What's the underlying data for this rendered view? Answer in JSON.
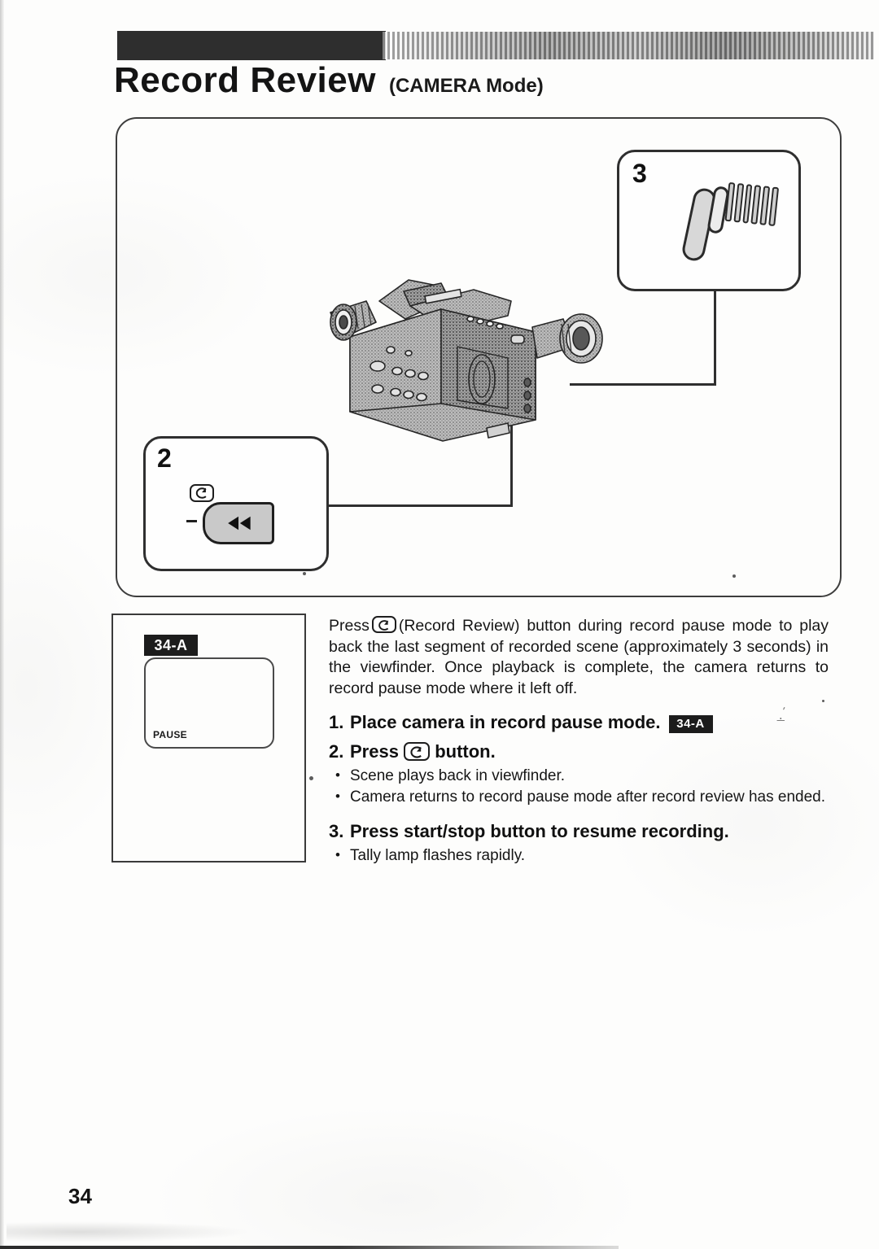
{
  "header": {
    "title": "Record Review",
    "subtitle": "(CAMERA Mode)"
  },
  "illustration": {
    "callouts": [
      {
        "number": "3",
        "icon": "start-stop-button-icon"
      },
      {
        "number": "2",
        "icon": "record-review-button-icon"
      }
    ],
    "device": "camcorder-illustration"
  },
  "viewfinder_panel": {
    "badge": "34-A",
    "screen_status": "PAUSE"
  },
  "body": {
    "intro_before_icon": "Press",
    "intro_icon": "record-review-icon",
    "intro_after_icon": "(Record Review) button during record pause mode to play back the last segment of recorded scene (approximately 3 seconds) in the viewfinder. Once playback is complete, the camera returns to record pause mode where it left off.",
    "steps": [
      {
        "number": "1.",
        "text": "Place camera in record pause mode.",
        "badge": "34-A",
        "bullets": []
      },
      {
        "number": "2.",
        "text_before_icon": "Press",
        "icon": "record-review-icon",
        "text_after_icon": "button.",
        "bullets": [
          "Scene plays back in viewfinder.",
          "Camera returns to record pause mode after record review has ended."
        ]
      },
      {
        "number": "3.",
        "text": "Press start/stop button to resume recording.",
        "bullets": [
          "Tally lamp flashes rapidly."
        ]
      }
    ]
  },
  "footer": {
    "page_number": "34"
  },
  "colors": {
    "ink": "#141414",
    "badge_bg": "#1c1c1c",
    "badge_text": "#ffffff",
    "panel_border": "#3a3a3a",
    "page_bg": "#fdfdfc"
  }
}
